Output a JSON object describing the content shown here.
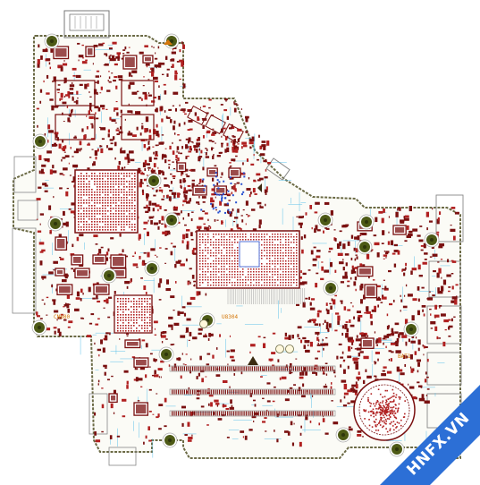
{
  "board": {
    "outline_color": "#6b6a45",
    "component_color": "#7a1010",
    "pad_color": "#b02020",
    "hole_color": "#4d5a16",
    "trace_color": "#44b8e8",
    "via_color": "#2850d0",
    "silk_color": "#9a9a9a",
    "ref_color": "#d4770a"
  },
  "labels": {
    "ref_a": "U8304",
    "ref_b": "CN600",
    "ref_c": "BAT1"
  },
  "watermark": {
    "text": "HNFX.VN",
    "color": "#2c6fd6"
  }
}
